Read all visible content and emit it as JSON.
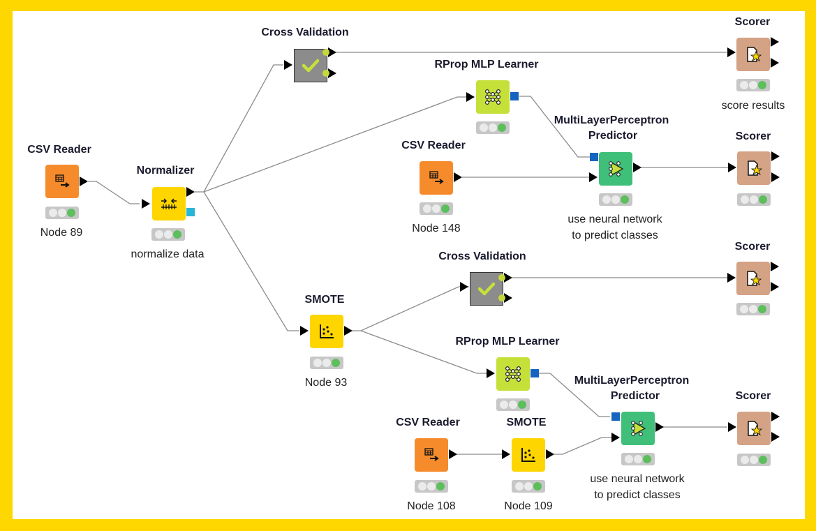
{
  "workflow": {
    "border_color": "#ffd700",
    "node_colors": {
      "source": "#f68b2c",
      "manipulator": "#ffd500",
      "learner": "#c6e03a",
      "predictor": "#3fbf7a",
      "scorer": "#d4a284",
      "meta": "#8c8c8c",
      "model_port": "#1565c0",
      "pmml_port": "#29b6d6",
      "status_ok": "#5cbf5c"
    },
    "nodes": [
      {
        "id": "csv1",
        "title": "CSV Reader",
        "label": "Node 89",
        "type": "source",
        "icon": "table-arrow-icon",
        "status": "executed"
      },
      {
        "id": "norm",
        "title": "Normalizer",
        "label": "normalize data",
        "type": "manipulator",
        "icon": "normalize-icon",
        "status": "executed"
      },
      {
        "id": "cv1",
        "title": "Cross Validation",
        "label": "",
        "type": "meta",
        "icon": "checkmark-icon",
        "status": ""
      },
      {
        "id": "rprop1",
        "title": "RProp MLP Learner",
        "label": "",
        "type": "learner",
        "icon": "neural-net-icon",
        "status": "executed"
      },
      {
        "id": "scorer1",
        "title": "Scorer",
        "label": "score results",
        "type": "scorer",
        "icon": "scorer-icon",
        "status": "executed"
      },
      {
        "id": "csv2",
        "title": "CSV Reader",
        "label": "Node 148",
        "type": "source",
        "icon": "table-arrow-icon",
        "status": "executed"
      },
      {
        "id": "mlp1",
        "title": "MultiLayerPerceptron\nPredictor",
        "title_line1": "MultiLayerPerceptron",
        "title_line2": "Predictor",
        "label_line1": "use neural network",
        "label_line2": "to predict classes",
        "type": "predictor",
        "icon": "predictor-icon",
        "status": "executed"
      },
      {
        "id": "scorer2",
        "title": "Scorer",
        "label": "",
        "type": "scorer",
        "icon": "scorer-icon",
        "status": "executed"
      },
      {
        "id": "cv2",
        "title": "Cross Validation",
        "label": "",
        "type": "meta",
        "icon": "checkmark-icon",
        "status": ""
      },
      {
        "id": "scorer3",
        "title": "Scorer",
        "label": "",
        "type": "scorer",
        "icon": "scorer-icon",
        "status": "executed"
      },
      {
        "id": "smote1",
        "title": "SMOTE",
        "label": "Node 93",
        "type": "manipulator",
        "icon": "scatter-icon",
        "status": "executed"
      },
      {
        "id": "rprop2",
        "title": "RProp MLP Learner",
        "label": "",
        "type": "learner",
        "icon": "neural-net-icon",
        "status": "executed"
      },
      {
        "id": "mlp2",
        "title_line1": "MultiLayerPerceptron",
        "title_line2": "Predictor",
        "label_line1": "use neural network",
        "label_line2": "to predict classes",
        "type": "predictor",
        "icon": "predictor-icon",
        "status": "executed"
      },
      {
        "id": "scorer4",
        "title": "Scorer",
        "label": "",
        "type": "scorer",
        "icon": "scorer-icon",
        "status": "executed"
      },
      {
        "id": "csv3",
        "title": "CSV Reader",
        "label": "Node 108",
        "type": "source",
        "icon": "table-arrow-icon",
        "status": "executed"
      },
      {
        "id": "smote2",
        "title": "SMOTE",
        "label": "Node 109",
        "type": "manipulator",
        "icon": "scatter-icon",
        "status": "executed"
      }
    ],
    "connections": [
      [
        "csv1",
        "norm"
      ],
      [
        "norm",
        "cv1"
      ],
      [
        "norm",
        "rprop1"
      ],
      [
        "norm",
        "smote1"
      ],
      [
        "cv1",
        "scorer1"
      ],
      [
        "rprop1",
        "mlp1"
      ],
      [
        "csv2",
        "mlp1"
      ],
      [
        "mlp1",
        "scorer2"
      ],
      [
        "smote1",
        "cv2"
      ],
      [
        "smote1",
        "rprop2"
      ],
      [
        "cv2",
        "scorer3"
      ],
      [
        "rprop2",
        "mlp2"
      ],
      [
        "csv3",
        "smote2"
      ],
      [
        "smote2",
        "mlp2"
      ],
      [
        "mlp2",
        "scorer4"
      ]
    ]
  }
}
